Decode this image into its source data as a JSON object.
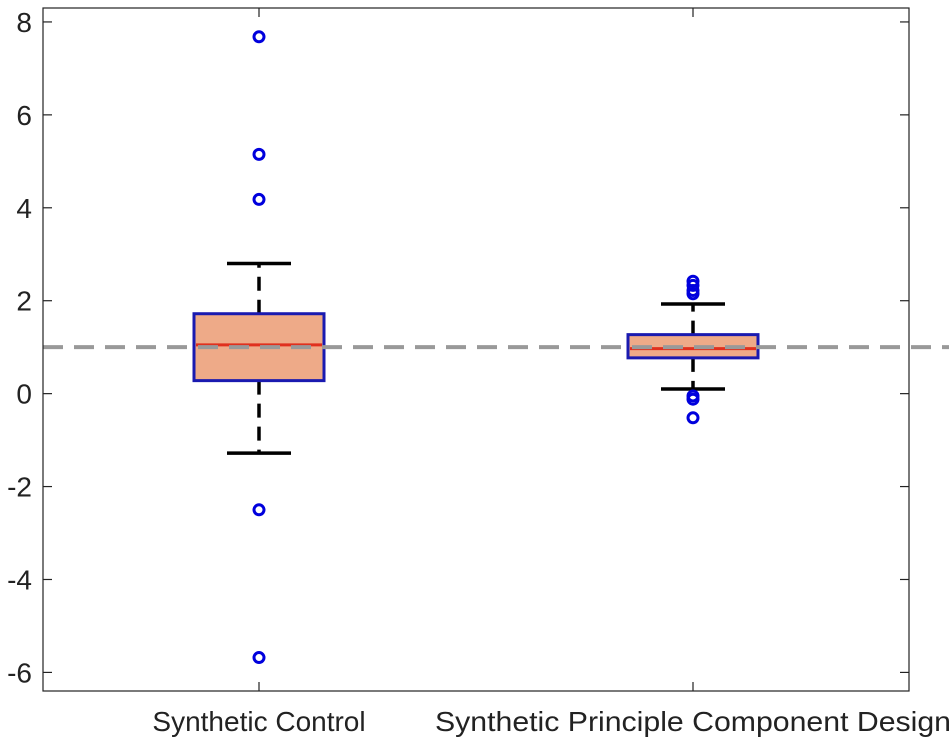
{
  "chart_data": {
    "type": "box",
    "categories": [
      "Synthetic Control",
      "Synthetic Principle Component Design"
    ],
    "ylim": [
      -6.4,
      8.3
    ],
    "yticks": [
      8,
      6,
      4,
      2,
      0,
      -2,
      -4,
      -6
    ],
    "ytick_labels": [
      "8",
      "6",
      "4",
      "2",
      "0",
      "-2",
      "-4",
      "-6"
    ],
    "reference_line": {
      "y": 1.0,
      "style": "dashed",
      "color": "#999999"
    },
    "grid": false,
    "boxes": [
      {
        "category": "Synthetic Control",
        "q1": 0.28,
        "median": 1.05,
        "q3": 1.72,
        "whisker_low": -1.28,
        "whisker_high": 2.8,
        "outliers": [
          7.68,
          5.15,
          4.18,
          -2.5,
          -5.68
        ]
      },
      {
        "category": "Synthetic Principle Component Design",
        "q1": 0.77,
        "median": 0.97,
        "q3": 1.27,
        "whisker_low": 0.1,
        "whisker_high": 1.93,
        "outliers": [
          2.42,
          2.33,
          2.22,
          2.15,
          -0.05,
          -0.12,
          -0.52
        ]
      }
    ],
    "colors": {
      "box_fill": "#eeaa88",
      "box_edge": "#1a1ab0",
      "median": "#e0301e",
      "whisker": "#000000",
      "outlier": "#0000dd",
      "reference": "#999999",
      "axis": "#222222"
    }
  }
}
